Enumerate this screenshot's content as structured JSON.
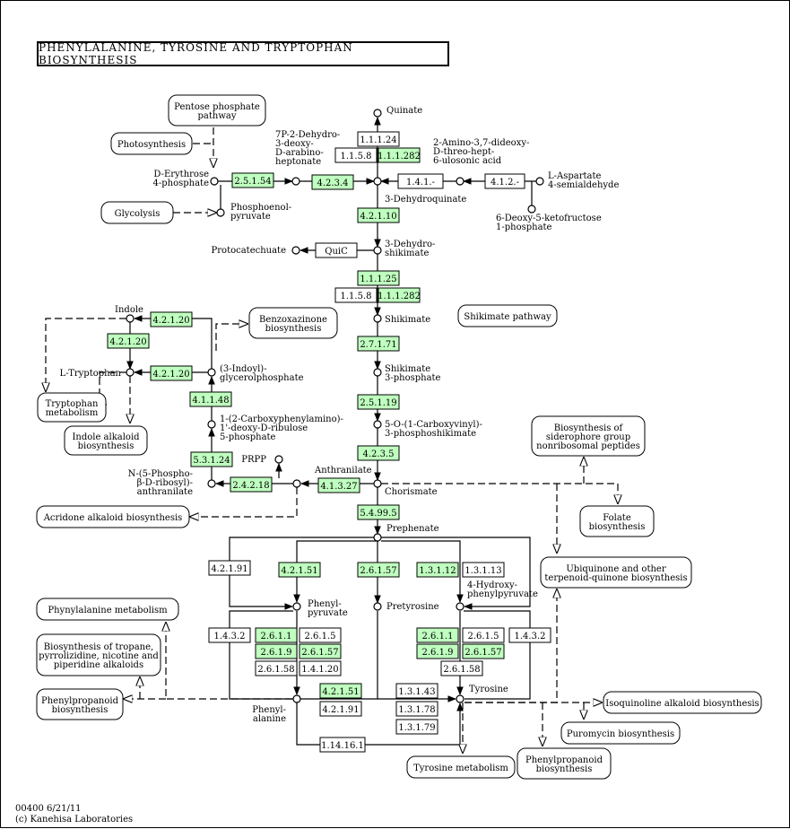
{
  "title": "PHENYLALANINE, TYROSINE AND TRYPTOPHAN BIOSYNTHESIS",
  "footer": {
    "map_id_date": "00400 6/21/11",
    "copyright": "(c) Kanehisa Laboratories"
  },
  "colors": {
    "enzyme_highlight": "#bfffbf",
    "line": "#000000",
    "background": "#ffffff"
  },
  "enzymes": [
    {
      "id": "e1",
      "label": "2.5.1.54",
      "highlight": true
    },
    {
      "id": "e2",
      "label": "4.2.3.4",
      "highlight": true
    },
    {
      "id": "e3",
      "label": "1.1.1.24",
      "highlight": false
    },
    {
      "id": "e4",
      "label": "1.1.5.8",
      "highlight": false
    },
    {
      "id": "e5",
      "label": "1.1.1.282",
      "highlight": true
    },
    {
      "id": "e6",
      "label": "1.4.1.-",
      "highlight": false
    },
    {
      "id": "e7",
      "label": "4.1.2.-",
      "highlight": false
    },
    {
      "id": "e8",
      "label": "4.2.1.10",
      "highlight": true
    },
    {
      "id": "e9",
      "label": "QuiC",
      "highlight": false
    },
    {
      "id": "e10",
      "label": "1.1.1.25",
      "highlight": true
    },
    {
      "id": "e11",
      "label": "1.1.5.8",
      "highlight": false
    },
    {
      "id": "e12",
      "label": "1.1.1.282",
      "highlight": true
    },
    {
      "id": "e13",
      "label": "2.7.1.71",
      "highlight": true
    },
    {
      "id": "e14",
      "label": "2.5.1.19",
      "highlight": true
    },
    {
      "id": "e15",
      "label": "4.2.3.5",
      "highlight": true
    },
    {
      "id": "e16",
      "label": "4.2.1.20",
      "highlight": true
    },
    {
      "id": "e17",
      "label": "4.2.1.20",
      "highlight": true
    },
    {
      "id": "e18",
      "label": "4.2.1.20",
      "highlight": true
    },
    {
      "id": "e19",
      "label": "4.1.1.48",
      "highlight": true
    },
    {
      "id": "e20",
      "label": "5.3.1.24",
      "highlight": true
    },
    {
      "id": "e21",
      "label": "2.4.2.18",
      "highlight": true
    },
    {
      "id": "e22",
      "label": "4.1.3.27",
      "highlight": true
    },
    {
      "id": "e23",
      "label": "5.4.99.5",
      "highlight": true
    },
    {
      "id": "e24",
      "label": "4.2.1.91",
      "highlight": false
    },
    {
      "id": "e25",
      "label": "4.2.1.51",
      "highlight": true
    },
    {
      "id": "e26",
      "label": "2.6.1.57",
      "highlight": true
    },
    {
      "id": "e27",
      "label": "1.3.1.12",
      "highlight": true
    },
    {
      "id": "e28",
      "label": "1.3.1.13",
      "highlight": false
    },
    {
      "id": "e29",
      "label": "1.4.3.2",
      "highlight": false
    },
    {
      "id": "e30",
      "label": "2.6.1.1",
      "highlight": true
    },
    {
      "id": "e31",
      "label": "2.6.1.5",
      "highlight": false
    },
    {
      "id": "e32",
      "label": "2.6.1.9",
      "highlight": true
    },
    {
      "id": "e33",
      "label": "2.6.1.57",
      "highlight": true
    },
    {
      "id": "e34",
      "label": "2.6.1.58",
      "highlight": false
    },
    {
      "id": "e35",
      "label": "1.4.1.20",
      "highlight": false
    },
    {
      "id": "e36",
      "label": "2.6.1.1",
      "highlight": true
    },
    {
      "id": "e37",
      "label": "2.6.1.5",
      "highlight": false
    },
    {
      "id": "e38",
      "label": "2.6.1.9",
      "highlight": true
    },
    {
      "id": "e39",
      "label": "2.6.1.57",
      "highlight": true
    },
    {
      "id": "e40",
      "label": "1.4.3.2",
      "highlight": false
    },
    {
      "id": "e41",
      "label": "2.6.1.58",
      "highlight": false
    },
    {
      "id": "e42",
      "label": "4.2.1.51",
      "highlight": true
    },
    {
      "id": "e43",
      "label": "4.2.1.91",
      "highlight": false
    },
    {
      "id": "e44",
      "label": "1.3.1.43",
      "highlight": false
    },
    {
      "id": "e45",
      "label": "1.3.1.78",
      "highlight": false
    },
    {
      "id": "e46",
      "label": "1.3.1.79",
      "highlight": false
    },
    {
      "id": "e47",
      "label": "1.14.16.1",
      "highlight": false
    }
  ],
  "compounds": [
    {
      "id": "quinate",
      "label": "Quinate"
    },
    {
      "id": "dahp",
      "label": "7P-2-Dehydro-\n3-deoxy-\nD-arabino-\nheptonate"
    },
    {
      "id": "amino_dideoxy",
      "label": "2-Amino-3,7-dideoxy-\nD-threo-hept-\n6-ulosonic acid"
    },
    {
      "id": "erythrose",
      "label": "D-Erythrose\n4-phosphate"
    },
    {
      "id": "pep",
      "label": "Phosphoenol-\npyruvate"
    },
    {
      "id": "l_aspartate",
      "label": "L-Aspartate\n4-semialdehyde"
    },
    {
      "id": "dehydroquinate",
      "label": "3-Dehydroquinate"
    },
    {
      "id": "deoxyketofructose",
      "label": "6-Deoxy-5-ketofructose\n1-phosphate"
    },
    {
      "id": "protocatechuate",
      "label": "Protocatechuate"
    },
    {
      "id": "dehydroshikimate",
      "label": "3-Dehydro-\nshikimate"
    },
    {
      "id": "indole",
      "label": "Indole"
    },
    {
      "id": "shikimate",
      "label": "Shikimate"
    },
    {
      "id": "l_tryptophan",
      "label": "L-Tryptophan"
    },
    {
      "id": "igp",
      "label": "(3-Indoyl)-\nglycerolphosphate"
    },
    {
      "id": "shikimate3p",
      "label": "Shikimate\n3-phosphate"
    },
    {
      "id": "cdrp",
      "label": "1-(2-Carboxyphenylamino)-\n1'-deoxy-D-ribulose\n5-phosphate"
    },
    {
      "id": "epsp",
      "label": "5-O-(1-Carboxyvinyl)-\n3-phosphoshikimate"
    },
    {
      "id": "prpp",
      "label": "PRPP"
    },
    {
      "id": "pra",
      "label": "N-(5-Phospho-\nβ-D-ribosyl)-\nanthranilate"
    },
    {
      "id": "anthranilate",
      "label": "Anthranilate"
    },
    {
      "id": "chorismate",
      "label": "Chorismate"
    },
    {
      "id": "prephenate",
      "label": "Prephenate"
    },
    {
      "id": "phenylpyruvate",
      "label": "Phenyl-\npyruvate"
    },
    {
      "id": "pretyrosine",
      "label": "Pretyrosine"
    },
    {
      "id": "hpp",
      "label": "4-Hydroxy-\nphenylpyruvate"
    },
    {
      "id": "phenylalanine",
      "label": "Phenyl-\nalanine"
    },
    {
      "id": "tyrosine",
      "label": "Tyrosine"
    }
  ],
  "maps": [
    {
      "id": "m1",
      "label": "Pentose phosphate\npathway"
    },
    {
      "id": "m2",
      "label": "Photosynthesis"
    },
    {
      "id": "m3",
      "label": "Glycolysis"
    },
    {
      "id": "m4",
      "label": "Benzoxazinone\nbiosynthesis"
    },
    {
      "id": "m5",
      "label": "Shikimate pathway"
    },
    {
      "id": "m6",
      "label": "Tryptophan\nmetabolism"
    },
    {
      "id": "m7",
      "label": "Indole alkaloid\nbiosynthesis"
    },
    {
      "id": "m8",
      "label": "Biosynthesis of\nsiderophore group\nnonribosomal peptides"
    },
    {
      "id": "m9",
      "label": "Acridone alkaloid biosynthesis"
    },
    {
      "id": "m10",
      "label": "Folate\nbiosynthesis"
    },
    {
      "id": "m11",
      "label": "Ubiquinone and other\nterpenoid-quinone biosynthesis"
    },
    {
      "id": "m12",
      "label": "Phynylalanine metabolism"
    },
    {
      "id": "m13",
      "label": "Biosynthesis of tropane,\npyrrolizidine, nicotine and\npiperidine alkaloids"
    },
    {
      "id": "m14",
      "label": "Phenylpropanoid\nbiosynthesis"
    },
    {
      "id": "m15",
      "label": "Isoquinoline alkaloid biosynthesis"
    },
    {
      "id": "m16",
      "label": "Puromycin biosynthesis"
    },
    {
      "id": "m17",
      "label": "Tyrosine metabolism"
    },
    {
      "id": "m18",
      "label": "Phenylpropanoid\nbiosynthesis"
    }
  ]
}
